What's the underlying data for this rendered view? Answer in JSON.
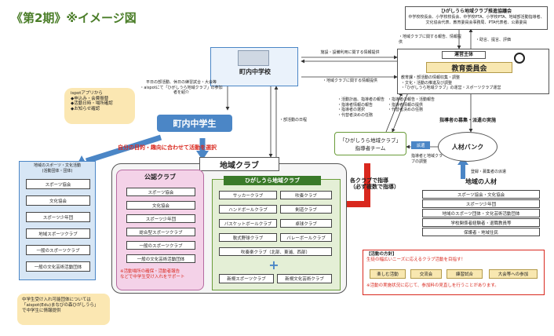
{
  "title": "《第2期》※イメージ図",
  "council": {
    "title": "ひがしうら地域クラブ推進協議会",
    "members": "中学校校長会、小学校校長会、中学校PTA、小学校PTA、地域部活動指導者、文化協会代表、教育委員会事務局、PTA代表者、公募委員"
  },
  "notes": {
    "council_left": "・地域クラブに関する報告、情報提供",
    "council_right": "・助言、提言、評価",
    "school_top": "平日の部活動、休日の練習試合・大会等\n・aispotにて「ひがしうら地域クラブ」の参加者を紹介",
    "school_to_board": "施設・設備利用に関する情報提供",
    "club_info": "・地域クラブに関する情報提供",
    "board_to_team": "・活動計画、指導者の報告\n・指導者情報の報告\n・指導者の選択\n・代替者決めの任務",
    "team_to_board": "・指導者の報告・活動報告\n・指導者情報の提供\n・代替者決めの任務",
    "school_to_club": "・部活動の日程",
    "recruit": "指導者の募集・派遣の実施",
    "dispatch": "派遣",
    "match": "指導者と地域クラブの調整",
    "recruit2": "登録・募集者の派遣"
  },
  "school": {
    "label": "町内中学校"
  },
  "board": {
    "header": "運営主体",
    "title": "教育委員会",
    "items": [
      "教育課・部活動の情報収集・調整",
      "・文化・活動の推進及び調整",
      "・「ひがしうら地域クラブ」の運営・スポーツクラブ運営"
    ]
  },
  "ispot": {
    "header": "ispotアプリから",
    "items": [
      "◆申込み・会費振替",
      "◆活動日時・場所確認",
      "◆お知らせ確認"
    ]
  },
  "student": {
    "label": "町内中学生"
  },
  "select_text": "自分の目的・趣向に合わせて活動を選択",
  "tiiki_header": "地域クラブ",
  "left_panel": {
    "title": "地域のスポーツ・文化活動\n(活動団体・団体)",
    "items": [
      "スポーツ協会",
      "文化協会",
      "スポーツ少年団",
      "地域スポーツクラブ",
      "一般のスポーツクラブ",
      "一般の文化芸術活動団体"
    ],
    "footnote": "中学生受け入れ可能団体については\n「aispot(Edu)まなびの森ひがしうら」\nで中学生に情報提供"
  },
  "public_club": {
    "title": "公認クラブ",
    "items": [
      "スポーツ協会",
      "文化協会",
      "スポーツ少年団",
      "総合型スポーツクラブ",
      "一般のスポーツクラブ",
      "一般の文化芸術活動団体"
    ],
    "note": "※活動場所の確保・活動者報告\nなどで中学生受け入れをサポート"
  },
  "higashiura_club": {
    "title": "ひがしうら地域クラブ",
    "rows": [
      [
        "サッカークラブ",
        "吹奏クラブ"
      ],
      [
        "ハンドボールクラブ",
        "剣道クラブ"
      ],
      [
        "バスケットボールクラブ",
        "卓球クラブ"
      ],
      [
        "軟式野球クラブ",
        "バレーボールクラブ"
      ]
    ],
    "wide": "吹奏楽クラブ（北部、東浦、西部）",
    "bottom": [
      "新規スポーツクラブ",
      "新規文化芸術クラブ"
    ]
  },
  "team": {
    "label": "「ひがしうら地域クラブ」\n指導者チーム"
  },
  "bank": {
    "label": "人材バンク"
  },
  "jinzai": {
    "title": "地域の人材",
    "items": [
      "スポーツ協会・文化協会",
      "スポーツ少年団",
      "地域のスポーツ団体・文化芸術活動団体",
      "学校関係者経験者・退職教員等",
      "保護者・地域住民"
    ]
  },
  "guidance": "各クラブで指導\n（必ず複数で指導）",
  "policy": {
    "title": "【活動の方針】",
    "subtitle": "生徒の幅広いニーズに応えるクラブ活動を目指す！",
    "tags": [
      "楽しむ活動",
      "交流会",
      "練習試合",
      "大会等への参加"
    ],
    "footnote": "※活動の実施状況に応じて、参加料の見直しを行うことがあります。"
  }
}
